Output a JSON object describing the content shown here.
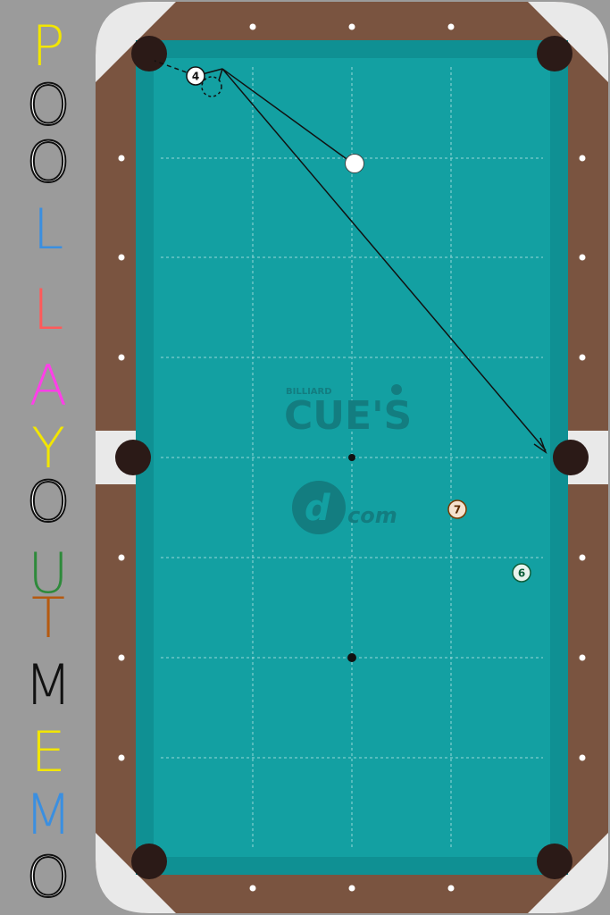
{
  "app": {
    "title_letters": [
      {
        "ch": "P",
        "color": "#f2e600",
        "stroke": "#f2e600"
      },
      {
        "ch": "O",
        "color": "#ffffff",
        "stroke": "#111111"
      },
      {
        "ch": "O",
        "color": "#ffffff",
        "stroke": "#111111"
      },
      {
        "ch": "L",
        "color": "#3b8fe0",
        "stroke": "#3b8fe0"
      },
      {
        "ch": "L",
        "color": "#ff5a5a",
        "stroke": "#ff5a5a"
      },
      {
        "ch": "A",
        "color": "#ff3fe8",
        "stroke": "#ff3fe8"
      },
      {
        "ch": "Y",
        "color": "#f2e600",
        "stroke": "#f2e600"
      },
      {
        "ch": "O",
        "color": "#ffffff",
        "stroke": "#111111"
      },
      {
        "ch": "U",
        "color": "#2e8a3b",
        "stroke": "#2e8a3b"
      },
      {
        "ch": "T",
        "color": "#b55a10",
        "stroke": "#b55a10"
      },
      {
        "ch": "M",
        "color": "#111111",
        "stroke": "#111111"
      },
      {
        "ch": "E",
        "color": "#f2e600",
        "stroke": "#f2e600"
      },
      {
        "ch": "M",
        "color": "#3b8fe0",
        "stroke": "#3b8fe0"
      },
      {
        "ch": "O",
        "color": "#ffffff",
        "stroke": "#111111"
      }
    ]
  },
  "table": {
    "cloth_color": "#13a0a2",
    "rail_color": "#7a5440",
    "corner_color": "#e9e9e9",
    "logo_small": "BILLIARD",
    "logo_main": "CUE'S",
    "logo_com": "com",
    "logo_d": "d"
  },
  "balls": [
    {
      "label": "4",
      "color": "#ffffff",
      "text_color": "#111111",
      "ring": "#111111"
    },
    {
      "label": "7",
      "color": "#f5e2cf",
      "text_color": "#5a2a00",
      "ring": "#7a3a00"
    },
    {
      "label": "6",
      "color": "#e8f3ee",
      "text_color": "#0d5e3a",
      "ring": "#0d5e3a"
    }
  ],
  "cue_ball": {
    "color": "#ffffff"
  }
}
